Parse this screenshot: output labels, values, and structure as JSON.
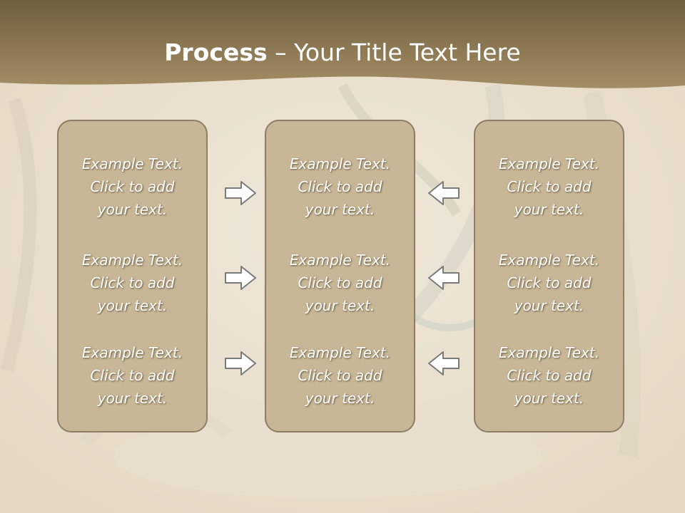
{
  "slide": {
    "title_bold": "Process",
    "title_rest": " – Your Title Text Here"
  },
  "columns": [
    {
      "cells": [
        "Example Text.\nClick  to add\nyour text.",
        "Example Text.\nClick  to add\nyour text.",
        "Example Text.\nClick  to add\nyour text."
      ]
    },
    {
      "cells": [
        "Example Text.\nClick  to add\nyour text.",
        "Example Text.\nClick  to add\nyour text.",
        "Example Text.\nClick  to add\nyour text."
      ]
    },
    {
      "cells": [
        "Example Text.\nClick  to add\nyour text.",
        "Example Text.\nClick  to add\nyour text.",
        "Example Text.\nClick  to add\nyour text."
      ]
    }
  ],
  "arrows": {
    "left_group": "right-arrow-icon",
    "right_group": "left-arrow-icon"
  },
  "colors": {
    "header": "#8e7a55",
    "box_fill": "#c8b796",
    "box_border": "#8e7d64",
    "text": "#ffffff",
    "background": "#ece3d2"
  }
}
